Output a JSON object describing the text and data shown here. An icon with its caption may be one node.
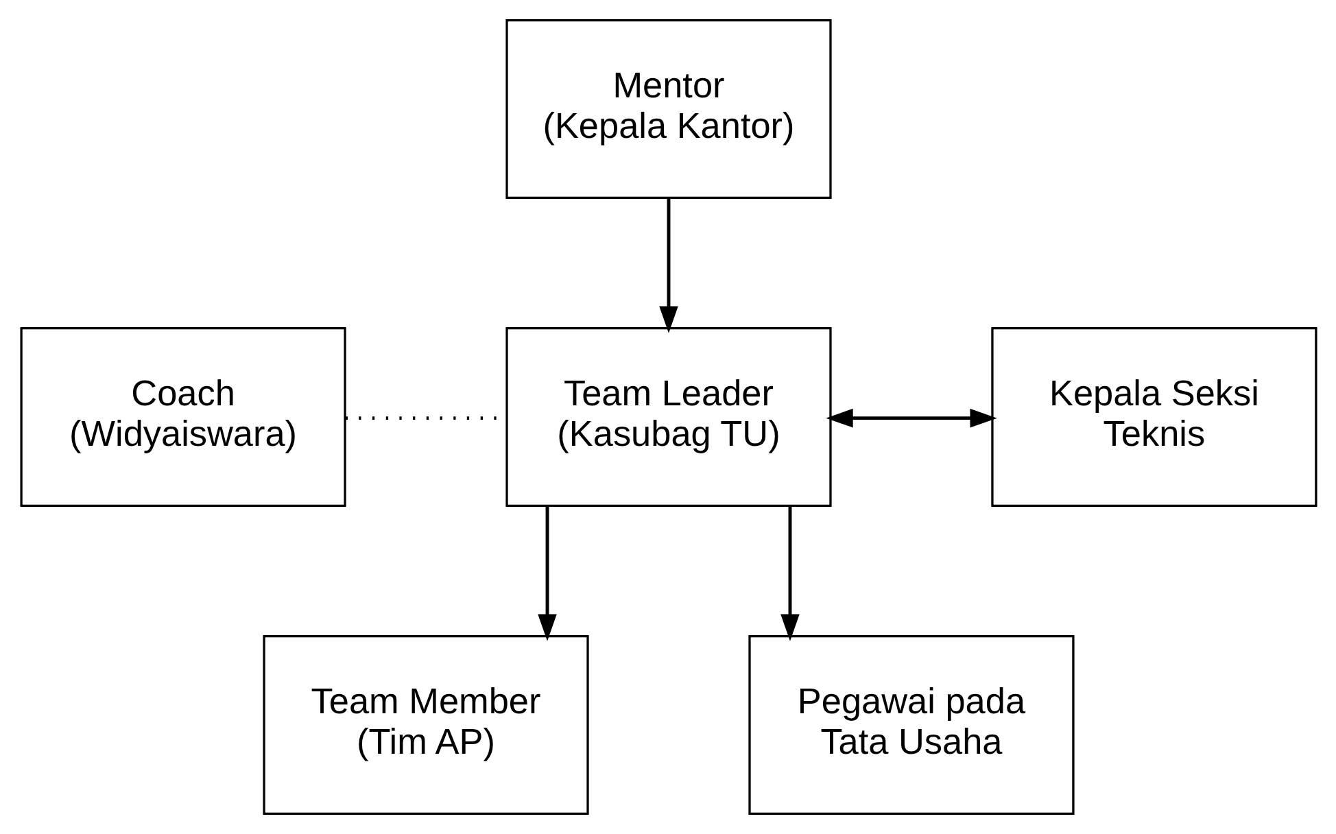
{
  "diagram": {
    "nodes": [
      {
        "text": [
          "Mentor",
          "(Kepala Kantor)"
        ]
      },
      {
        "text": [
          "Coach",
          "(Widyaiswara)"
        ]
      },
      {
        "text": [
          "Team Leader",
          "(Kasubag TU)"
        ]
      },
      {
        "text": [
          "Kepala Seksi Teknis"
        ]
      },
      {
        "text": [
          "Team Member",
          "(Tim AP)"
        ]
      },
      {
        "text": [
          "Pegawai pada Tata Usaha"
        ]
      }
    ],
    "edges": [
      {
        "from": 0,
        "to": 2,
        "arrow": "to"
      },
      {
        "from": 1,
        "to": 2,
        "arrow": "none",
        "style": "dashed"
      },
      {
        "from": 2,
        "to": 3,
        "arrow": "both"
      },
      {
        "from": 2,
        "to": 4,
        "arrow": "to"
      },
      {
        "from": 2,
        "to": 5,
        "arrow": "to"
      }
    ]
  }
}
